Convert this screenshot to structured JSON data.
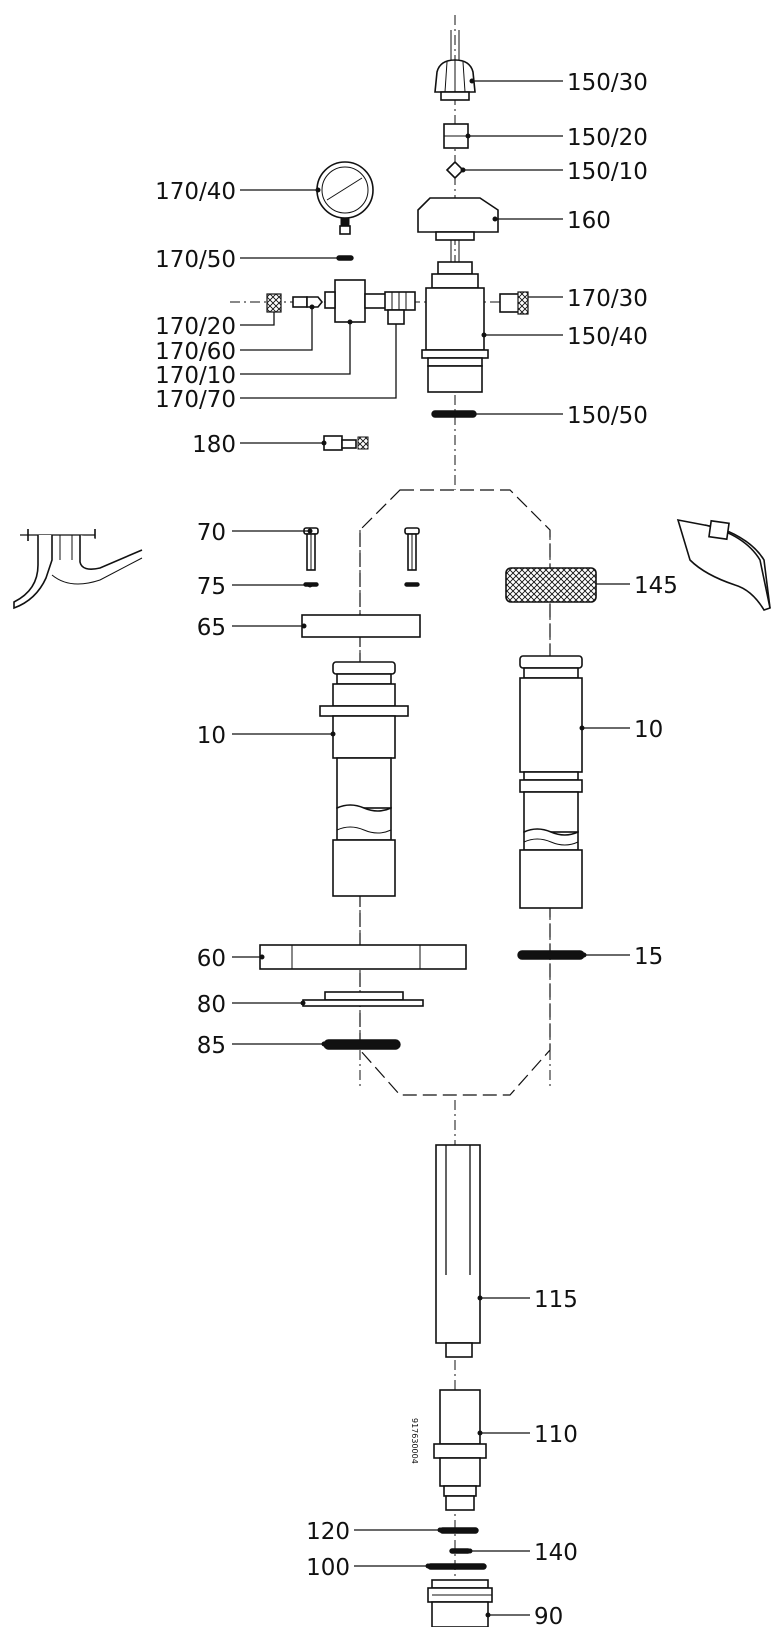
{
  "drawing_number": "917630004",
  "labels": [
    "150/30",
    "150/20",
    "150/10",
    "160",
    "170/30",
    "150/40",
    "150/50",
    "170/40",
    "170/50",
    "170/20",
    "170/60",
    "170/10",
    "170/70",
    "180",
    "70",
    "75",
    "65",
    "145",
    "10",
    "10",
    "60",
    "15",
    "80",
    "85",
    "115",
    "110",
    "120",
    "140",
    "100",
    "90"
  ]
}
